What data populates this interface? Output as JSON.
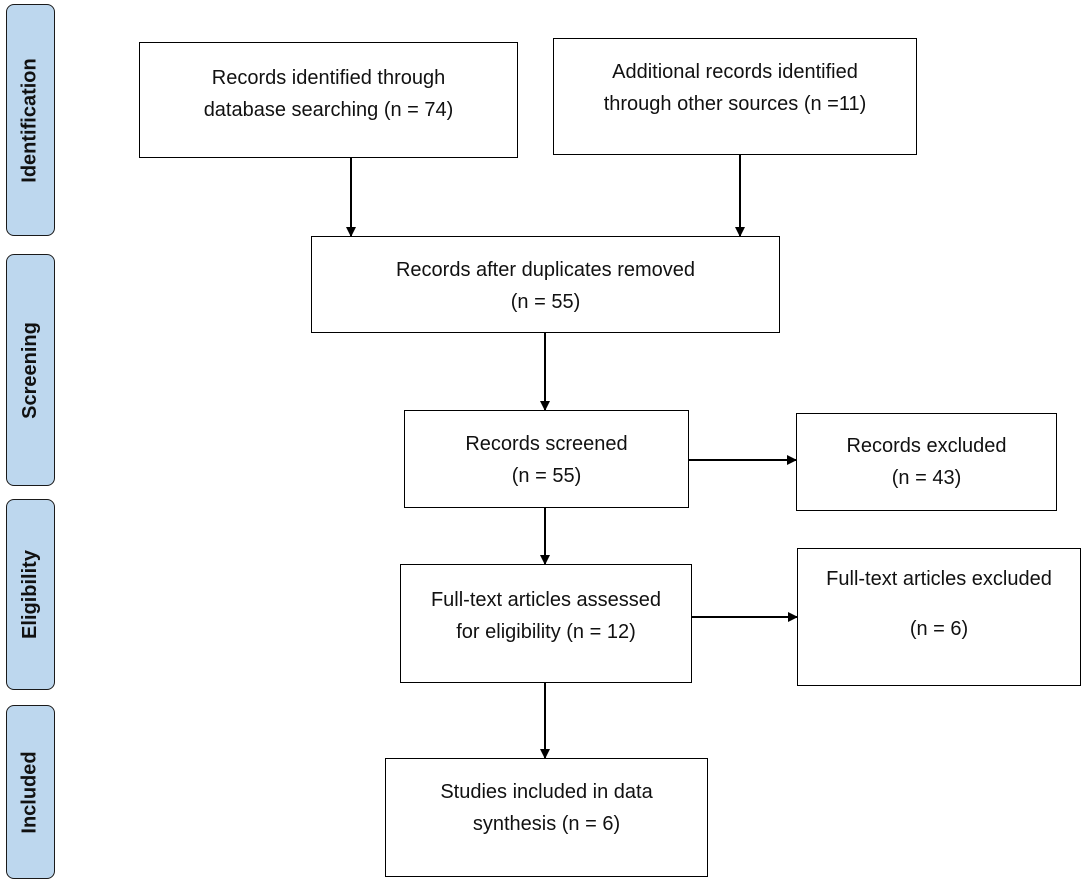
{
  "colors": {
    "phase_fill": "#bdd7ee",
    "line": "#000000",
    "box_fill": "#ffffff"
  },
  "phases": [
    {
      "key": "identification",
      "label": "Identification"
    },
    {
      "key": "screening",
      "label": "Screening"
    },
    {
      "key": "eligibility",
      "label": "Eligibility"
    },
    {
      "key": "included",
      "label": "Included"
    }
  ],
  "boxes": {
    "database_records": {
      "line1": "Records identified through",
      "line2": "database searching (n = 74)"
    },
    "other_records": {
      "line1": "Additional records identified",
      "line2": "through other sources (n =11)"
    },
    "after_duplicates": {
      "line1": "Records after duplicates removed",
      "line2": "(n = 55)"
    },
    "screened": {
      "line1": "Records screened",
      "line2": "(n = 55)"
    },
    "excluded": {
      "line1": "Records excluded",
      "line2": "(n = 43)"
    },
    "fulltext_assessed": {
      "line1": "Full-text articles assessed",
      "line2": "for eligibility (n = 12)"
    },
    "fulltext_excluded": {
      "line1": "Full-text articles excluded",
      "line2": "(n = 6)"
    },
    "included_studies": {
      "line1": "Studies included in data",
      "line2": "synthesis (n = 6)"
    }
  }
}
